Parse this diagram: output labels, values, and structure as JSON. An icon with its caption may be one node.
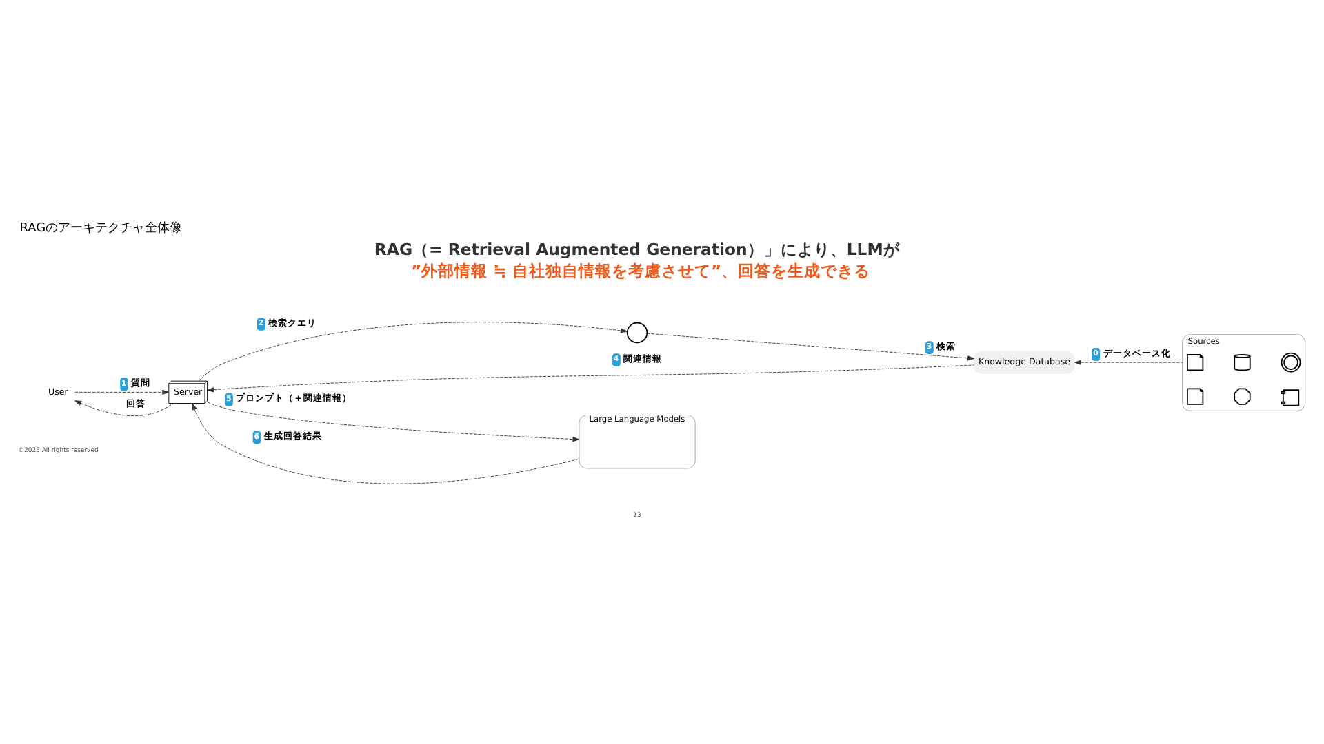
{
  "diagram": {
    "title": "RAGのアーキテクチャ全体像",
    "nodes": [
      {
        "text": [
          "User"
        ]
      },
      {
        "text": [
          "Server"
        ]
      },
      {
        "text": [],
        "shape": "magnifier"
      },
      {
        "text": [
          "Knowledge Database"
        ]
      },
      {
        "text": [
          "Sources"
        ]
      },
      {
        "text": [],
        "shape": "document",
        "in": 4
      },
      {
        "text": [],
        "shape": "cylinder",
        "in": 4
      },
      {
        "text": [],
        "shape": "globe",
        "in": 4
      },
      {
        "text": [],
        "shape": "document",
        "in": 4
      },
      {
        "text": [],
        "shape": "gear",
        "in": 4
      },
      {
        "text": [],
        "shape": "code",
        "in": 4
      },
      {
        "text": [
          "Large Language Models"
        ]
      }
    ],
    "edges": [
      {
        "from": 0,
        "to": 1,
        "arrow": "to",
        "label": "質問",
        "style": "dashed"
      },
      {
        "from": 1,
        "to": 0,
        "arrow": "to",
        "label": "回答",
        "style": "dashed"
      },
      {
        "from": 1,
        "to": 2,
        "arrow": "to",
        "label": "検索クエリ",
        "style": "dashed"
      },
      {
        "from": 2,
        "to": 3,
        "arrow": "to",
        "label": "検索",
        "style": "dashed"
      },
      {
        "from": 4,
        "to": 3,
        "arrow": "to",
        "label": "データベース化",
        "style": "dashed"
      },
      {
        "from": 3,
        "to": 1,
        "arrow": "to",
        "label": "関連情報",
        "style": "dashed"
      },
      {
        "from": 1,
        "to": 11,
        "arrow": "to",
        "label": "プロンプト（＋関連情報）",
        "style": "dashed"
      },
      {
        "from": 11,
        "to": 1,
        "arrow": "to",
        "label": "生成回答結果",
        "style": "dashed"
      }
    ],
    "labels": [
      "RAG（= Retrieval Augmented Generation）」により、LLMが",
      "”外部情報 ≒ 自社独自情報を考慮させて”、回答を生成できる",
      "2",
      "3",
      "0",
      "4",
      "1",
      "5",
      "6",
      "©2025 All rights reserved",
      "13"
    ]
  }
}
